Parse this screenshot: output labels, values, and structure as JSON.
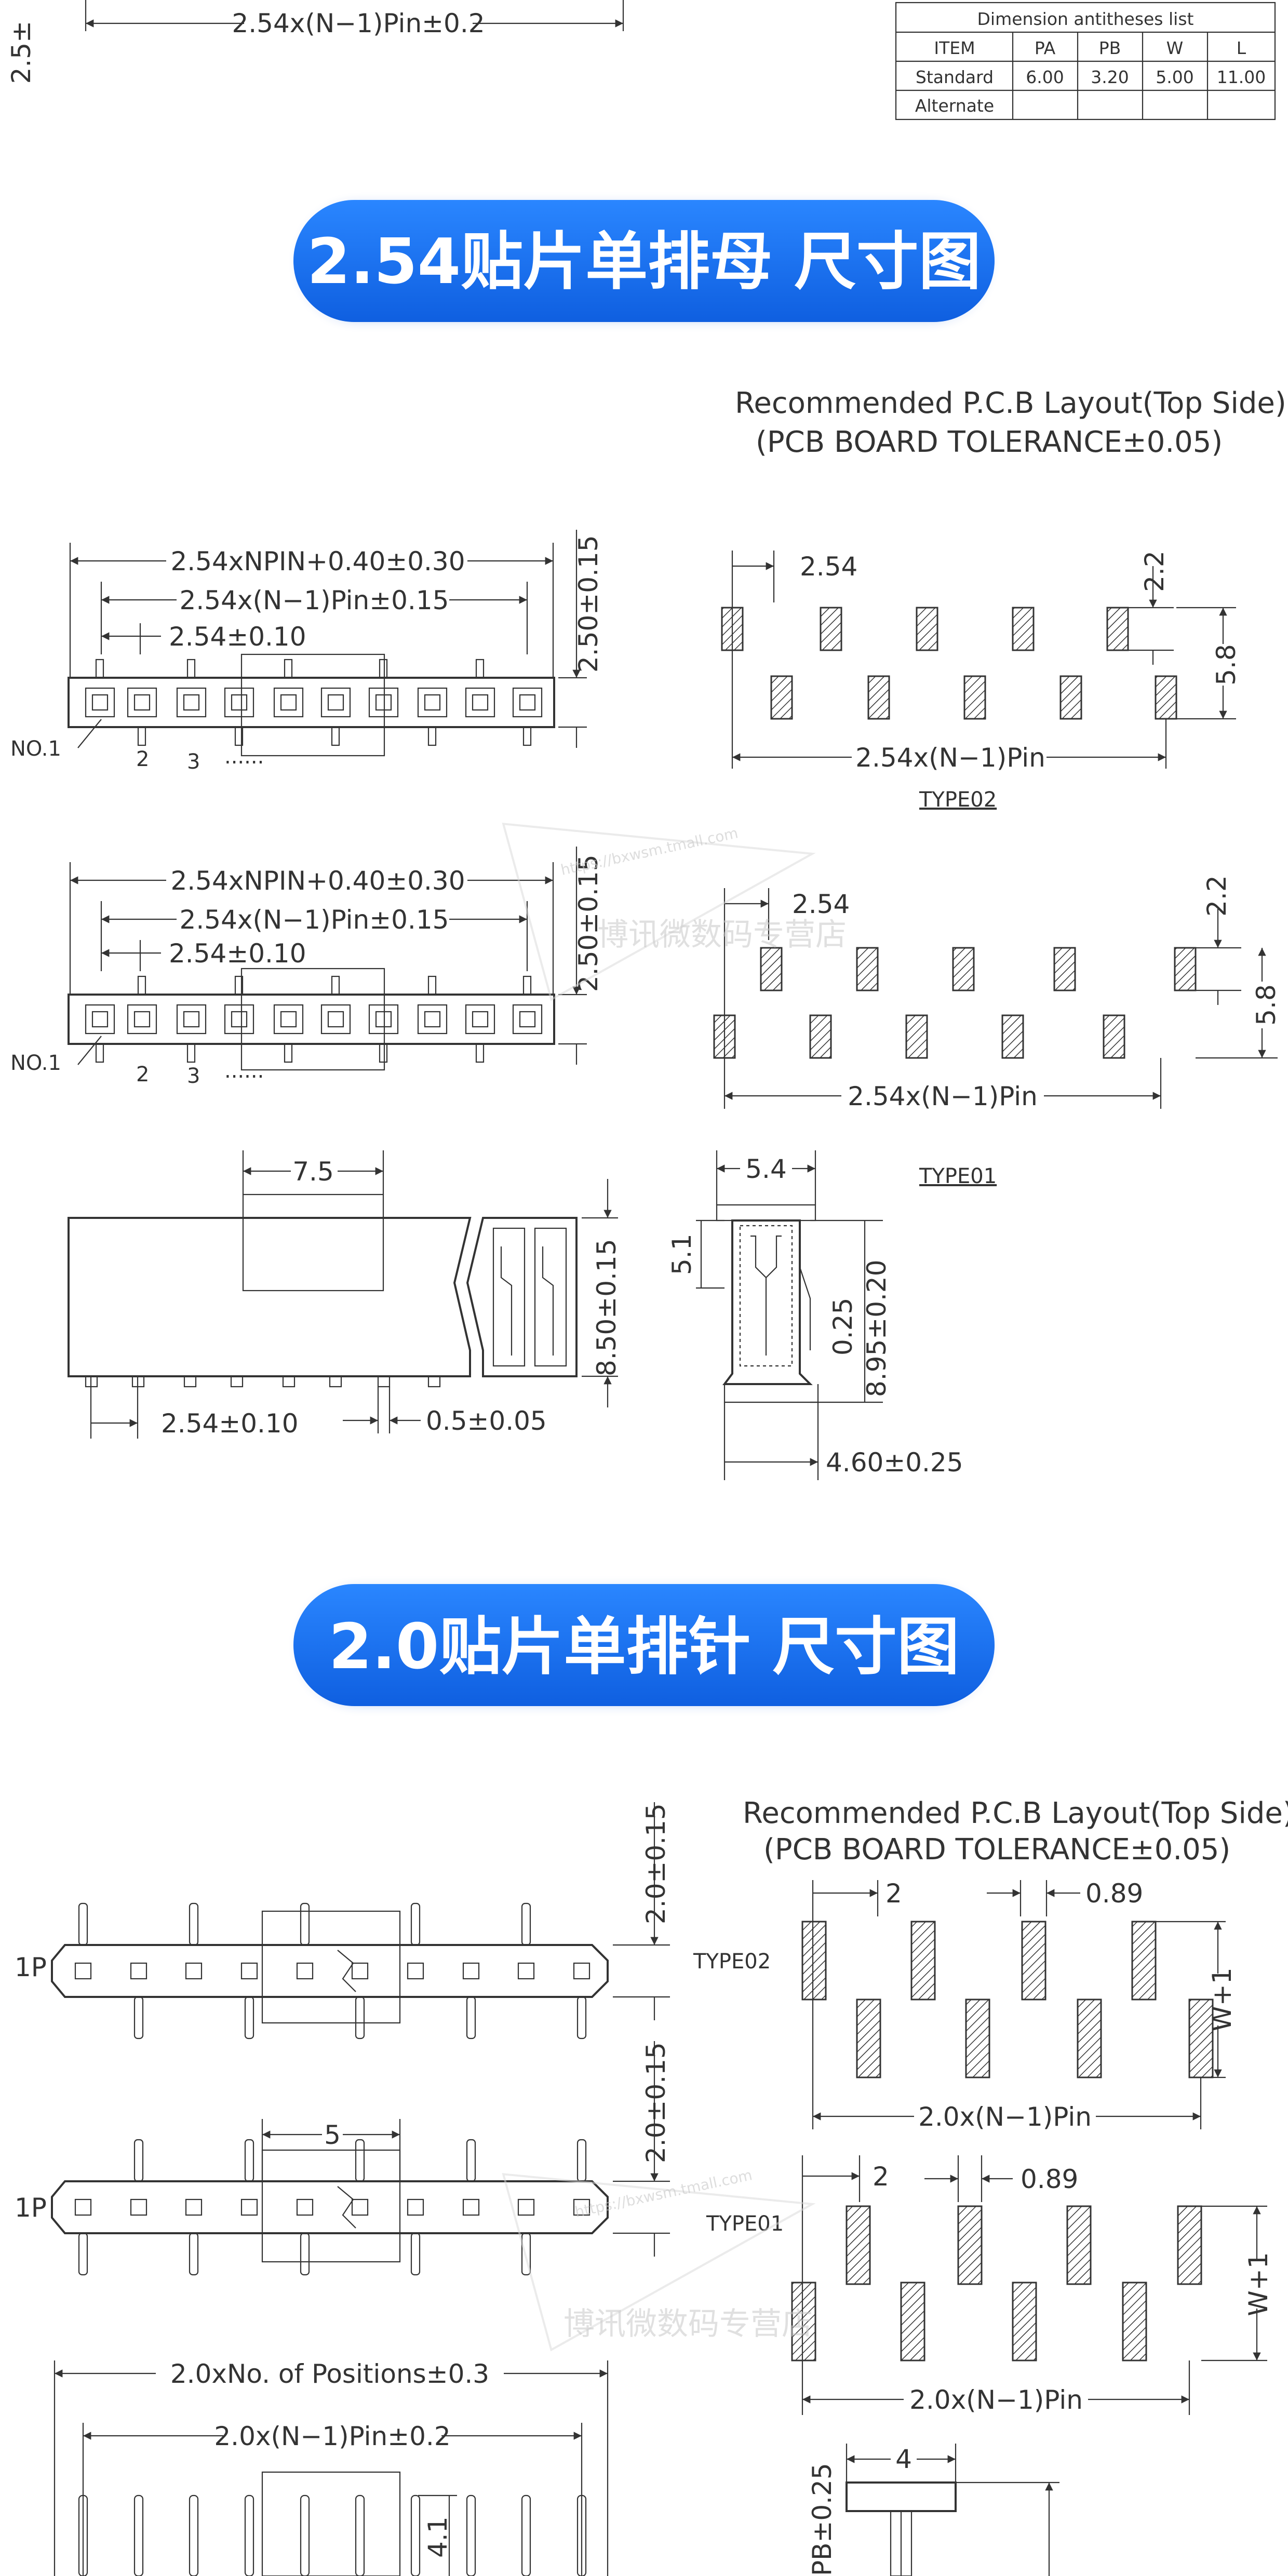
{
  "top": {
    "partial_label": "2.5±",
    "dim_pin": "2.54x(N−1)Pin±0.2"
  },
  "table": {
    "title": "Dimension antitheses list",
    "headers": [
      "ITEM",
      "PA",
      "PB",
      "W",
      "L"
    ],
    "rows": [
      [
        "Standard",
        "6.00",
        "3.20",
        "5.00",
        "11.00"
      ],
      [
        "Alternate",
        "",
        "",
        "",
        ""
      ]
    ]
  },
  "banner1": {
    "title": "2.54贴片单排母  尺寸图"
  },
  "banner2": {
    "title": "2.0贴片单排针  尺寸图"
  },
  "colors": {
    "banner": "#1e73f0",
    "line": "#333333",
    "watermark": "#c8c8c8"
  },
  "sec1": {
    "pcb_title_1": "Recommended P.C.B Layout(Top Side)",
    "pcb_title_2": "(PCB BOARD TOLERANCE±0.05)",
    "dim_total": "2.54xNPIN+0.40±0.30",
    "dim_pin": "2.54x(N−1)Pin±0.15",
    "dim_pitch": "2.54±0.10",
    "dim_height": "2.50±0.15",
    "no1": "NO.1",
    "n2": "2",
    "n3": "3",
    "dots": "......",
    "pcb_pitch": "2.54",
    "pcb_pad": "2.2",
    "pcb_row": "5.8",
    "pcb_pin": "2.54x(N−1)Pin",
    "type02": "TYPE02",
    "type01": "TYPE01",
    "side_75": "7.5",
    "side_850": "8.50±0.15",
    "side_pitch": "2.54±0.10",
    "side_05": "0.5±0.05",
    "end_54": "5.4",
    "end_51": "5.1",
    "end_025": "0.25",
    "end_895": "8.95±0.20",
    "end_460": "4.60±0.25"
  },
  "sec2": {
    "pcb_title_1": "Recommended P.C.B Layout(Top Side)",
    "pcb_title_2": "(PCB BOARD TOLERANCE±0.05)",
    "p1": "1P",
    "dim_h": "2.0±0.15",
    "dim_5": "5",
    "type02": "TYPE02",
    "type01": "TYPE01",
    "pcb_2": "2",
    "pcb_089": "0.89",
    "pcb_w1": "W+1",
    "pcb_pin": "2.0x(N−1)Pin",
    "dim_positions": "2.0xNo. of Positions±0.3",
    "dim_pin": "2.0x(N−1)Pin±0.2",
    "dim_41": "4.1",
    "dim_4": "4",
    "dim_pb": "PB±0.25"
  },
  "watermark": {
    "text": "博讯微数码专营店",
    "url": "https://bxwsm.tmall.com"
  }
}
